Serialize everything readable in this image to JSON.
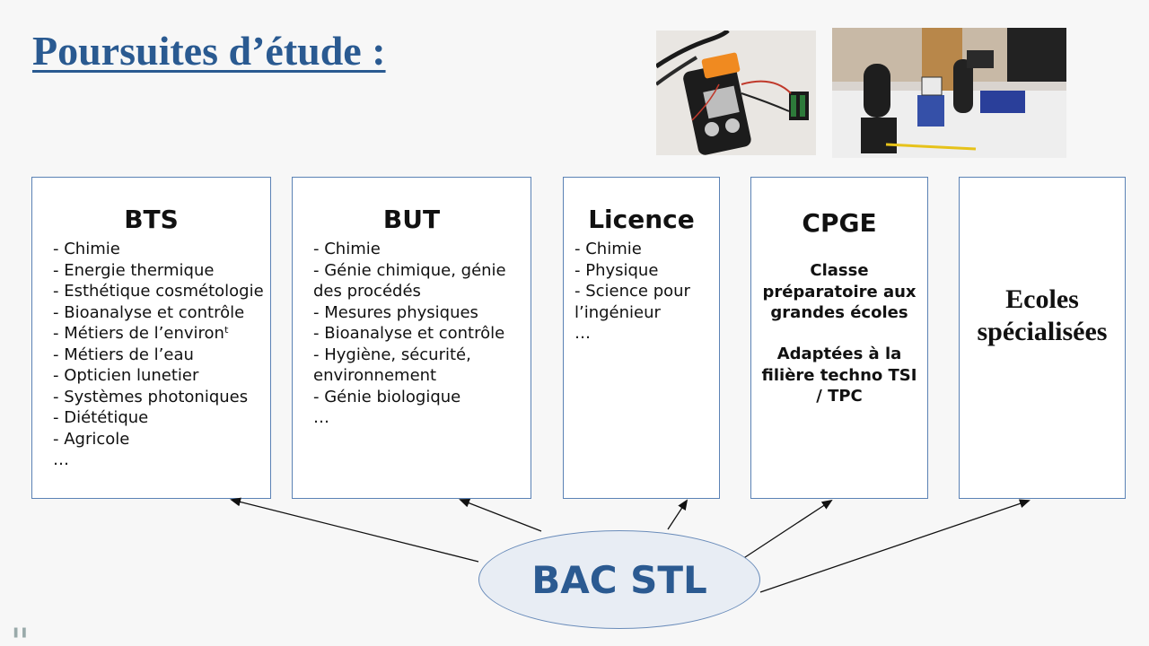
{
  "title": "Poursuites d’étude :",
  "boxes": {
    "bts": {
      "title": "BTS",
      "items": [
        "- Chimie",
        "- Energie thermique",
        "- Esthétique cosmétologie",
        "- Bioanalyse et contrôle",
        "- Métiers de l’environᵗ",
        "- Métiers de l’eau",
        "- Opticien lunetier",
        "- Systèmes photoniques",
        "- Diététique",
        "- Agricole",
        "…"
      ]
    },
    "but": {
      "title": "BUT",
      "items": [
        "- Chimie",
        "- Génie chimique, génie des procédés",
        "- Mesures physiques",
        "- Bioanalyse et contrôle",
        "- Hygiène, sécurité, environnement",
        "- Génie biologique",
        "…"
      ]
    },
    "licence": {
      "title": "Licence",
      "items": [
        "- Chimie",
        "- Physique",
        "- Science pour l’ingénieur",
        "…"
      ]
    },
    "cpge": {
      "title": "CPGE",
      "line1": "Classe préparatoire aux grandes écoles",
      "line2": "Adaptées à la filière techno TSI / TPC"
    },
    "ecoles": {
      "title": "Ecoles spécialisées"
    }
  },
  "center": {
    "label": "BAC STL",
    "fill": "#e8edf4",
    "text_color": "#2b5a91"
  },
  "colors": {
    "title": "#2a5a91",
    "box_border": "#5b82b5"
  },
  "photos": [
    "arduino-ultrasonic-sensor-photo",
    "optics-bench-photo"
  ]
}
